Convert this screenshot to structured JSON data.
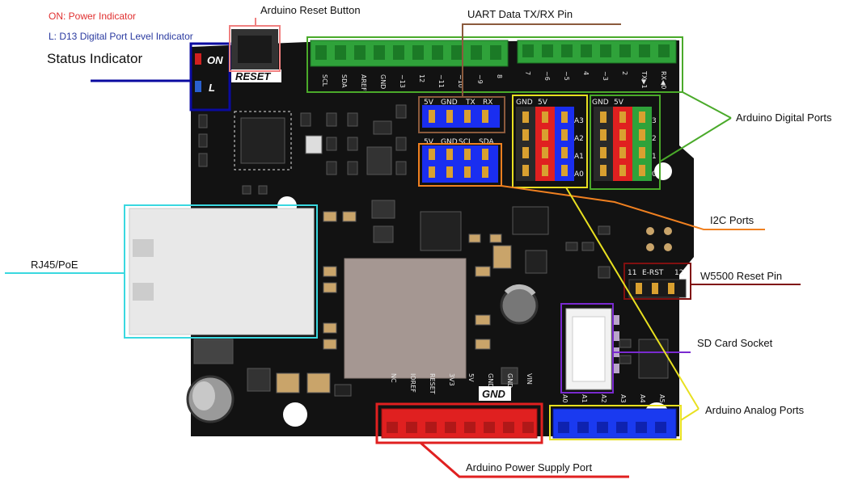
{
  "legend": {
    "on_text": "ON: Power Indicator",
    "l_text": "L: D13 Digital Port Level Indicator",
    "status_title": "Status Indicator",
    "on_color": "#e03030",
    "l_color": "#2a3aa0"
  },
  "labels": {
    "reset_button": "Arduino Reset Button",
    "uart": "UART Data TX/RX Pin",
    "digital_ports": "Arduino Digital Ports",
    "i2c": "I2C Ports",
    "rj45": "RJ45/PoE",
    "w5500": "W5500 Reset Pin",
    "sd_card": "SD Card Socket",
    "analog_ports": "Arduino Analog Ports",
    "power_port": "Arduino Power Supply Port"
  },
  "board_text": {
    "on": "ON",
    "l": "L",
    "reset": "RESET",
    "gnd": "GND",
    "uart_pins": [
      "5V",
      "GND",
      "TX",
      "RX"
    ],
    "i2c_pins": [
      "5V",
      "GND",
      "SCL",
      "SDA"
    ],
    "analog_hdr": [
      "GND",
      "5V"
    ],
    "analog_rows": [
      "A3",
      "A2",
      "A1",
      "A0"
    ],
    "digital_hdr": [
      "GND",
      "5V"
    ],
    "digital_rows": [
      "3",
      "2",
      "1",
      "0"
    ],
    "top_left_pins": [
      "SCL",
      "SDA",
      "AREF",
      "GND",
      "~13",
      "12",
      "~11",
      "~10",
      "~9",
      "8"
    ],
    "top_right_pins": [
      "7",
      "~6",
      "~5",
      "4",
      "~3",
      "2",
      "TX▶1",
      "RX◀0"
    ],
    "bottom_power_pins": [
      "NC",
      "IOREF",
      "RESET",
      "3V3",
      "5V",
      "GND",
      "GND",
      "VIN"
    ],
    "bottom_analog_pins": [
      "A0",
      "A1",
      "A2",
      "A3",
      "A4",
      "A5"
    ],
    "erst": [
      "11",
      "E-RST",
      "12"
    ]
  },
  "colors": {
    "status": "#0a0aa0",
    "reset": "#f08080",
    "uart": "#8b5a3c",
    "digital": "#4aaa2a",
    "i2c": "#f08020",
    "rj45": "#3ad8e0",
    "w5500": "#801010",
    "sd": "#7a2ad0",
    "analog": "#e8e020",
    "power": "#e02020"
  }
}
